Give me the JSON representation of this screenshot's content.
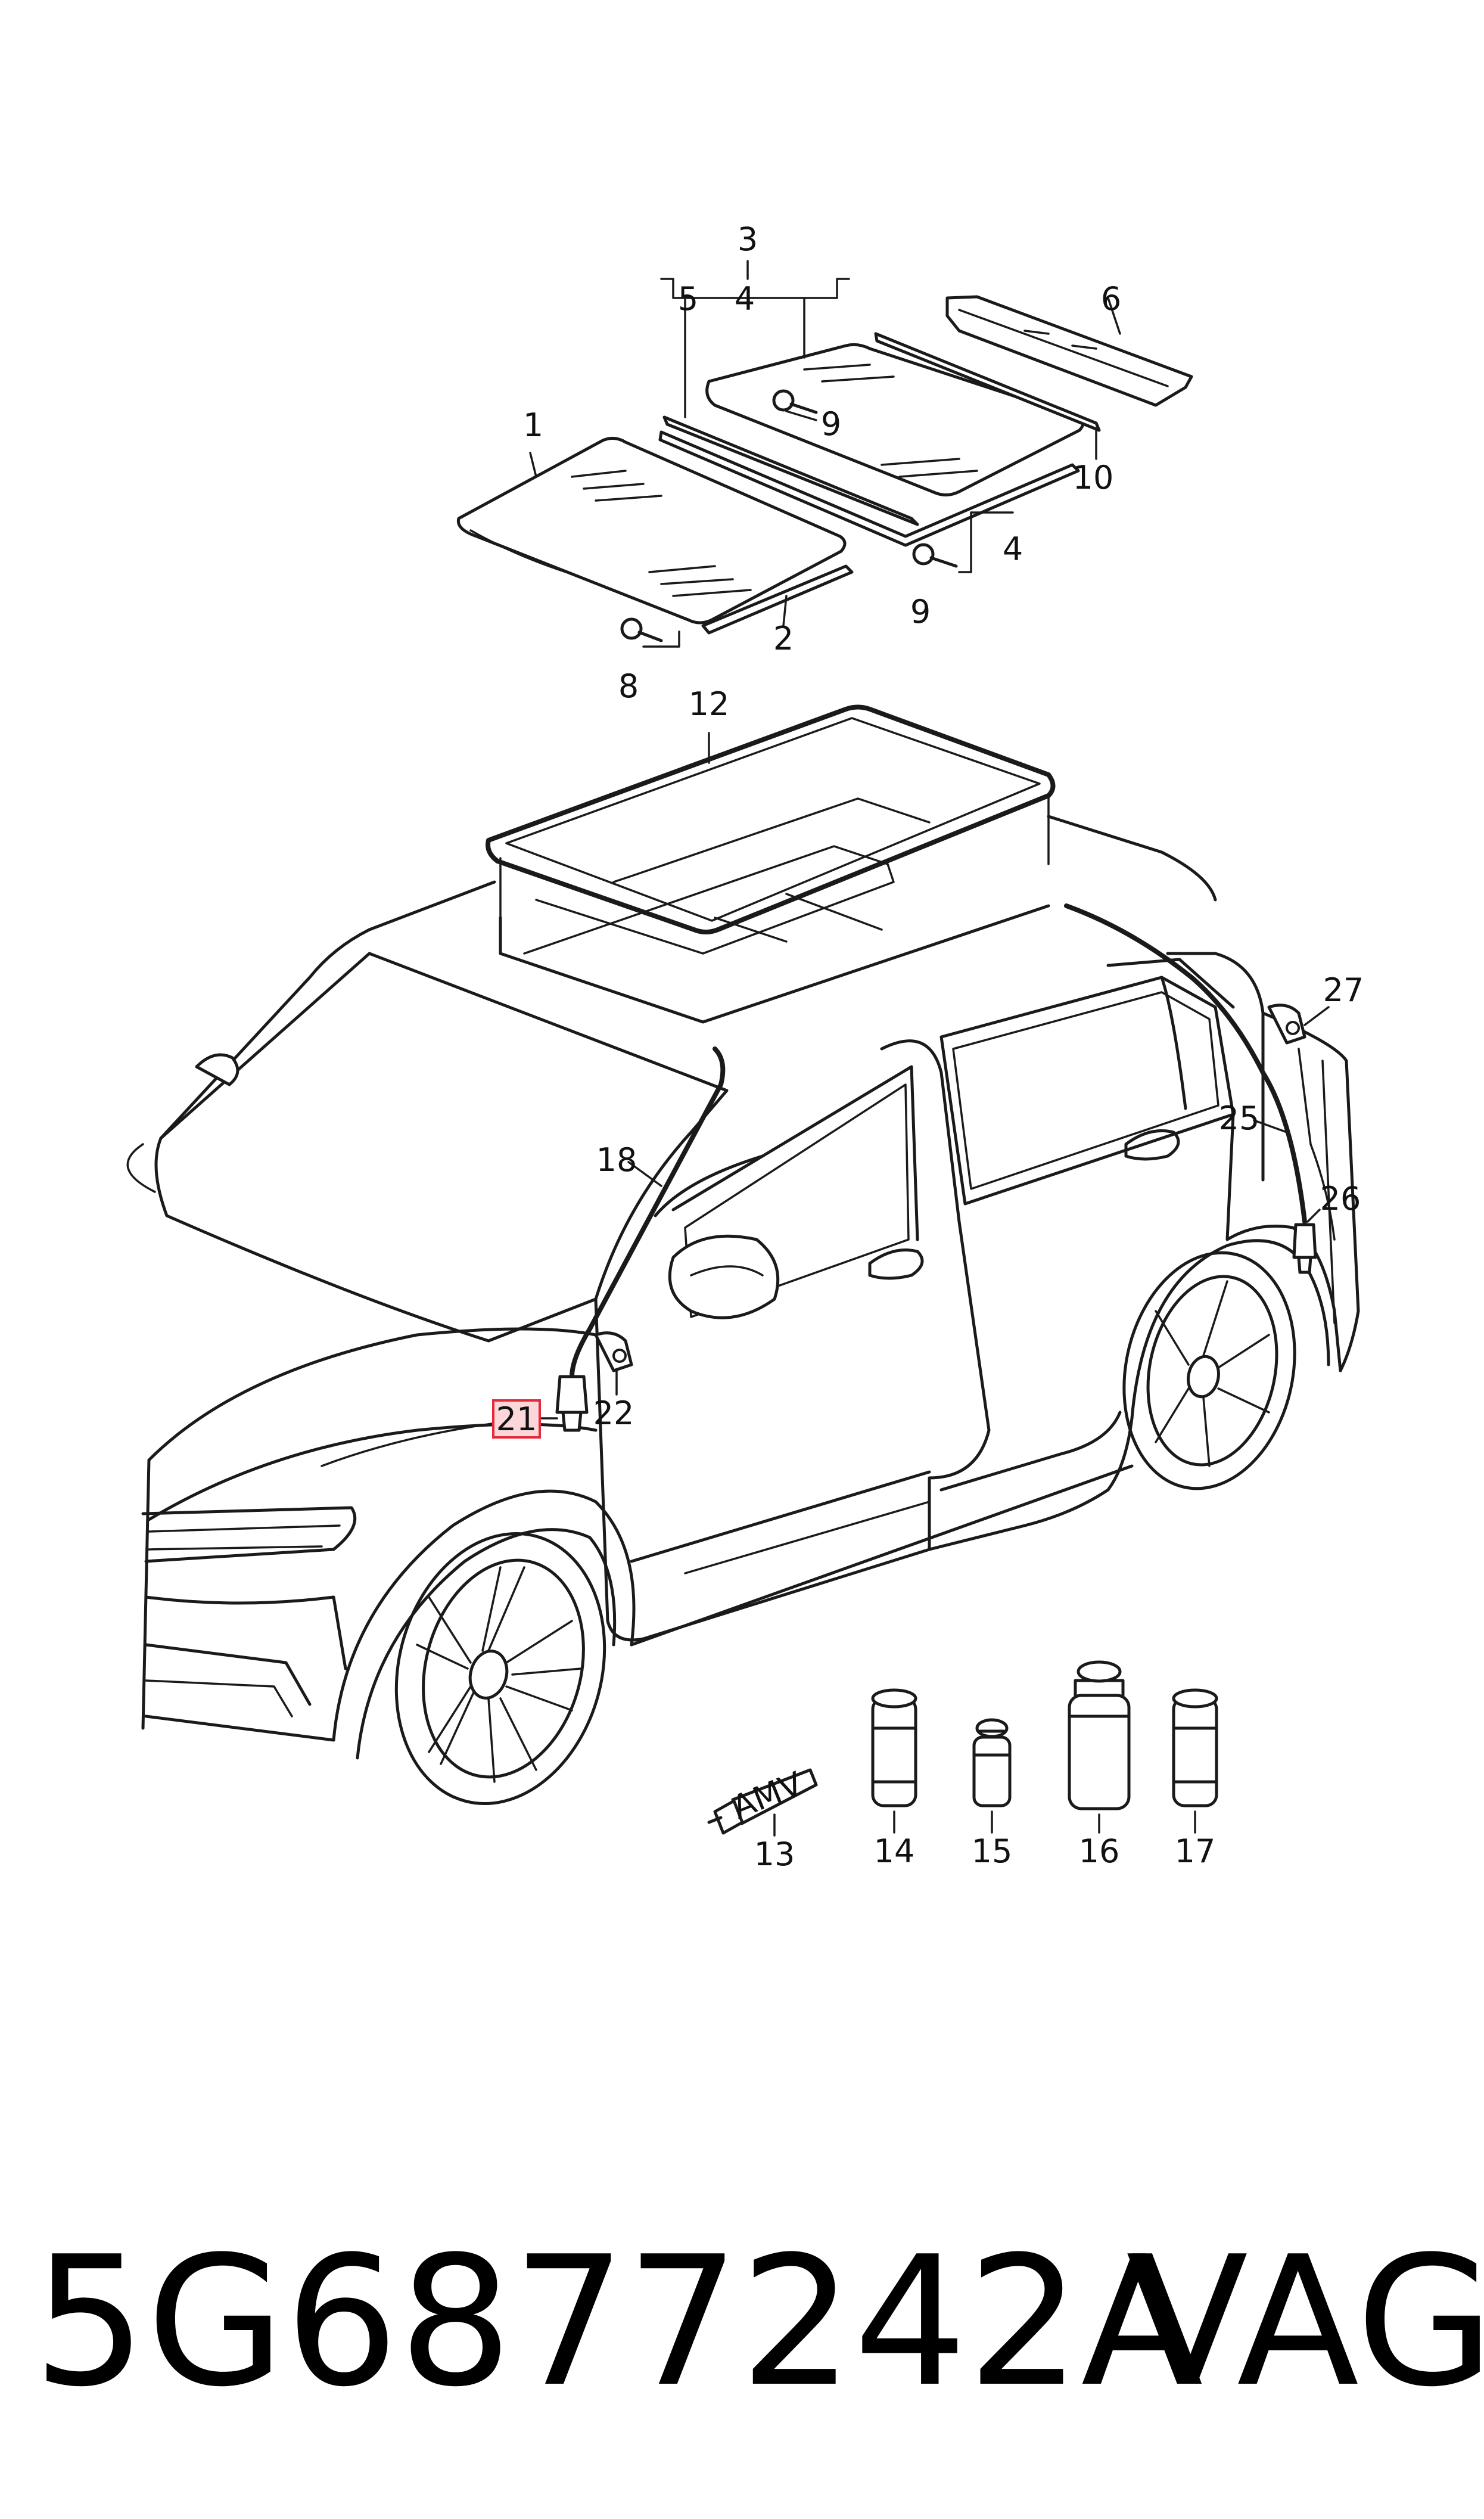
{
  "accent_color": "#e32b3a",
  "highlight_fill": "#fbd7da",
  "highlighted_callout": "21",
  "callouts": [
    {
      "id": "c1",
      "text": "1"
    },
    {
      "id": "c2",
      "text": "2"
    },
    {
      "id": "c3",
      "text": "3"
    },
    {
      "id": "c4a",
      "text": "4"
    },
    {
      "id": "c4b",
      "text": "4"
    },
    {
      "id": "c5",
      "text": "5"
    },
    {
      "id": "c6",
      "text": "6"
    },
    {
      "id": "c8",
      "text": "8"
    },
    {
      "id": "c9a",
      "text": "9"
    },
    {
      "id": "c9b",
      "text": "9"
    },
    {
      "id": "c10",
      "text": "10"
    },
    {
      "id": "c12",
      "text": "12"
    },
    {
      "id": "c13",
      "text": "13"
    },
    {
      "id": "c14",
      "text": "14"
    },
    {
      "id": "c15",
      "text": "15"
    },
    {
      "id": "c16",
      "text": "16"
    },
    {
      "id": "c17",
      "text": "17"
    },
    {
      "id": "c18",
      "text": "18"
    },
    {
      "id": "c21",
      "text": "21"
    },
    {
      "id": "c22",
      "text": "22"
    },
    {
      "id": "c25",
      "text": "25"
    },
    {
      "id": "c26",
      "text": "26"
    },
    {
      "id": "c27",
      "text": "27"
    }
  ],
  "tube_label": "AMV",
  "footer": {
    "part_number": "5G6877242A",
    "brand": "VAG"
  }
}
